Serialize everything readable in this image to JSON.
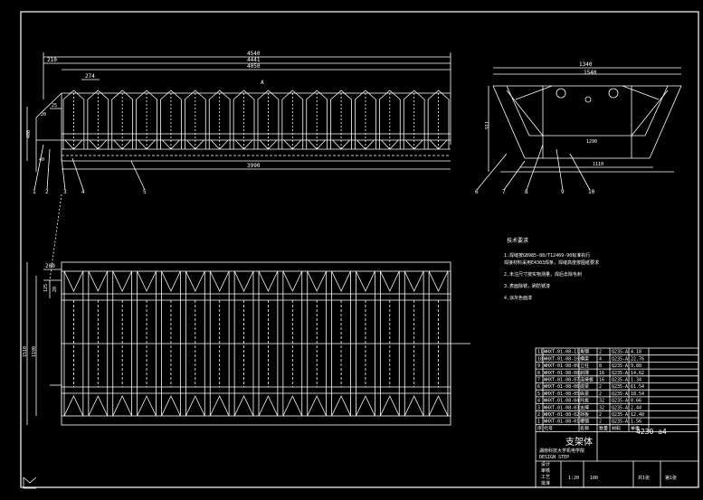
{
  "dimensions": {
    "front_overall": "4540",
    "front_inner": "4441",
    "front_span": "4050",
    "front_left_offset": "210",
    "front_pitch": "274",
    "front_bottom": "3990",
    "front_height_a": "25",
    "front_height_b": "20",
    "front_height_c": "40",
    "front_height_d": "400",
    "side_top": "1340",
    "side_mid": "1540",
    "side_inner": "911",
    "side_bottom_a": "1290",
    "side_bottom_b": "1110",
    "plan_offset": "200",
    "plan_height_a": "1190",
    "plan_height_b": "1510",
    "plan_small_a": "125",
    "plan_small_b": "20"
  },
  "section_mark": "A",
  "balloons": [
    "1",
    "2",
    "3",
    "4",
    "5",
    "6",
    "7",
    "8",
    "9",
    "10"
  ],
  "notes": {
    "title": "技术要求",
    "items": [
      "1.焊缝按GB985-88/T12469-90标准执行",
      "焊接材料采用E4303焊条，焊缝高度按图纸要求",
      "2.未注尺寸按实物测量，焊后去除毛刺",
      "3.表面除锈，刷防锈漆",
      "4.涂灰色面漆"
    ]
  },
  "bom_rows": [
    [
      "11",
      "WHXT-01-08-11",
      "角钢",
      "2",
      "Q235-A",
      "4.18"
    ],
    [
      "10",
      "WHXT-01-08-10",
      "横梁",
      "4",
      "Q235-A",
      "22.76"
    ],
    [
      "9",
      "WHXT-01-08-09",
      "立柱",
      "8",
      "Q235-A",
      "9.88"
    ],
    [
      "8",
      "WHXT-01-08-08",
      "斜撑",
      "16",
      "Q235-A",
      "14.62"
    ],
    [
      "7",
      "WHXT-01-08-07",
      "连接板",
      "16",
      "Q235-A",
      "1.34"
    ],
    [
      "6",
      "WHXT-01-08-06",
      "底梁",
      "2",
      "Q235-A",
      "61.54"
    ],
    [
      "5",
      "WHXT-01-08-05",
      "纵梁",
      "2",
      "Q235-A",
      "18.54"
    ],
    [
      "4",
      "WHXT-01-08-04",
      "托板",
      "32",
      "Q235-A",
      "0.66"
    ],
    [
      "3",
      "WHXT-01-08-03",
      "支撑",
      "32",
      "Q235-A",
      "2.44"
    ],
    [
      "2",
      "WHXT-01-08-02",
      "挡板",
      "2",
      "Q235-A",
      "12.40"
    ],
    [
      "1",
      "WHXT-01-08-01",
      "槽钢",
      "2",
      "Q235-A",
      "1.56"
    ]
  ],
  "bom_header": [
    "序",
    "代号",
    "名称",
    "数量",
    "材料",
    "单重"
  ],
  "title_block": {
    "drawing_no": "4230 a4",
    "part_name": "支架体",
    "company": "湖南科技大学机电学院",
    "sub_title": "DESIGN STEP",
    "scale": "1:20",
    "weight": "100",
    "sheet_label": "共1张",
    "sheet_no": "第1张",
    "labels": [
      "设计",
      "审核",
      "工艺",
      "批准"
    ]
  }
}
